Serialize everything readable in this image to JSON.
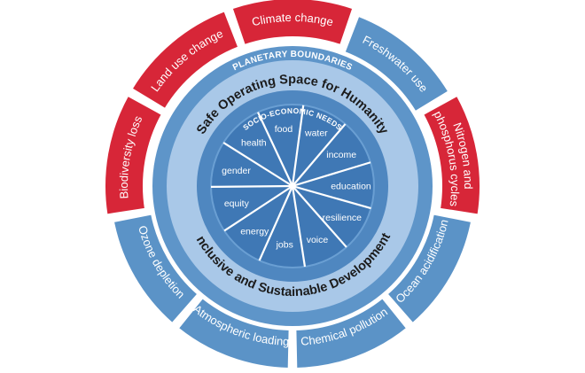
{
  "boundaries": [
    {
      "label": "Climate change",
      "status": "exceeded",
      "color": "#d72638"
    },
    {
      "label": "Freshwater use",
      "status": "safe",
      "color": "#5b93c7"
    },
    {
      "label": "Nitrogen and",
      "label2": "phosphorus cycles",
      "status": "exceeded",
      "color": "#d72638"
    },
    {
      "label": "Ocean acidification",
      "status": "safe",
      "color": "#5b93c7"
    },
    {
      "label": "Chemical pollution",
      "status": "safe",
      "color": "#5b93c7"
    },
    {
      "label": "Atmospheric loading",
      "status": "safe",
      "color": "#5b93c7"
    },
    {
      "label": "Ozone depletion",
      "status": "safe",
      "color": "#5b93c7"
    },
    {
      "label": "Biodiversity loss",
      "status": "exceeded",
      "color": "#d72638"
    },
    {
      "label": "Land use change",
      "status": "exceeded",
      "color": "#d72638"
    }
  ],
  "planetary_band": "PLANETARY BOUNDARIES",
  "safe_space": "Safe Operating Space for Humanity",
  "inclusive": "Inclusive and Sustainable Development",
  "needs_title": "SOCIO-ECONOMIC NEEDS",
  "needs": [
    "water",
    "income",
    "education",
    "resilience",
    "voice",
    "jobs",
    "energy",
    "equity",
    "gender",
    "health",
    "food"
  ],
  "colors": {
    "exceeded": "#d72638",
    "safe": "#5b93c7",
    "band": "#5e95c9",
    "safe_ring": "#a9c8e8",
    "inner_ring": "#4f87c0",
    "core": "#3f78b5",
    "spoke": "#ffffff"
  }
}
